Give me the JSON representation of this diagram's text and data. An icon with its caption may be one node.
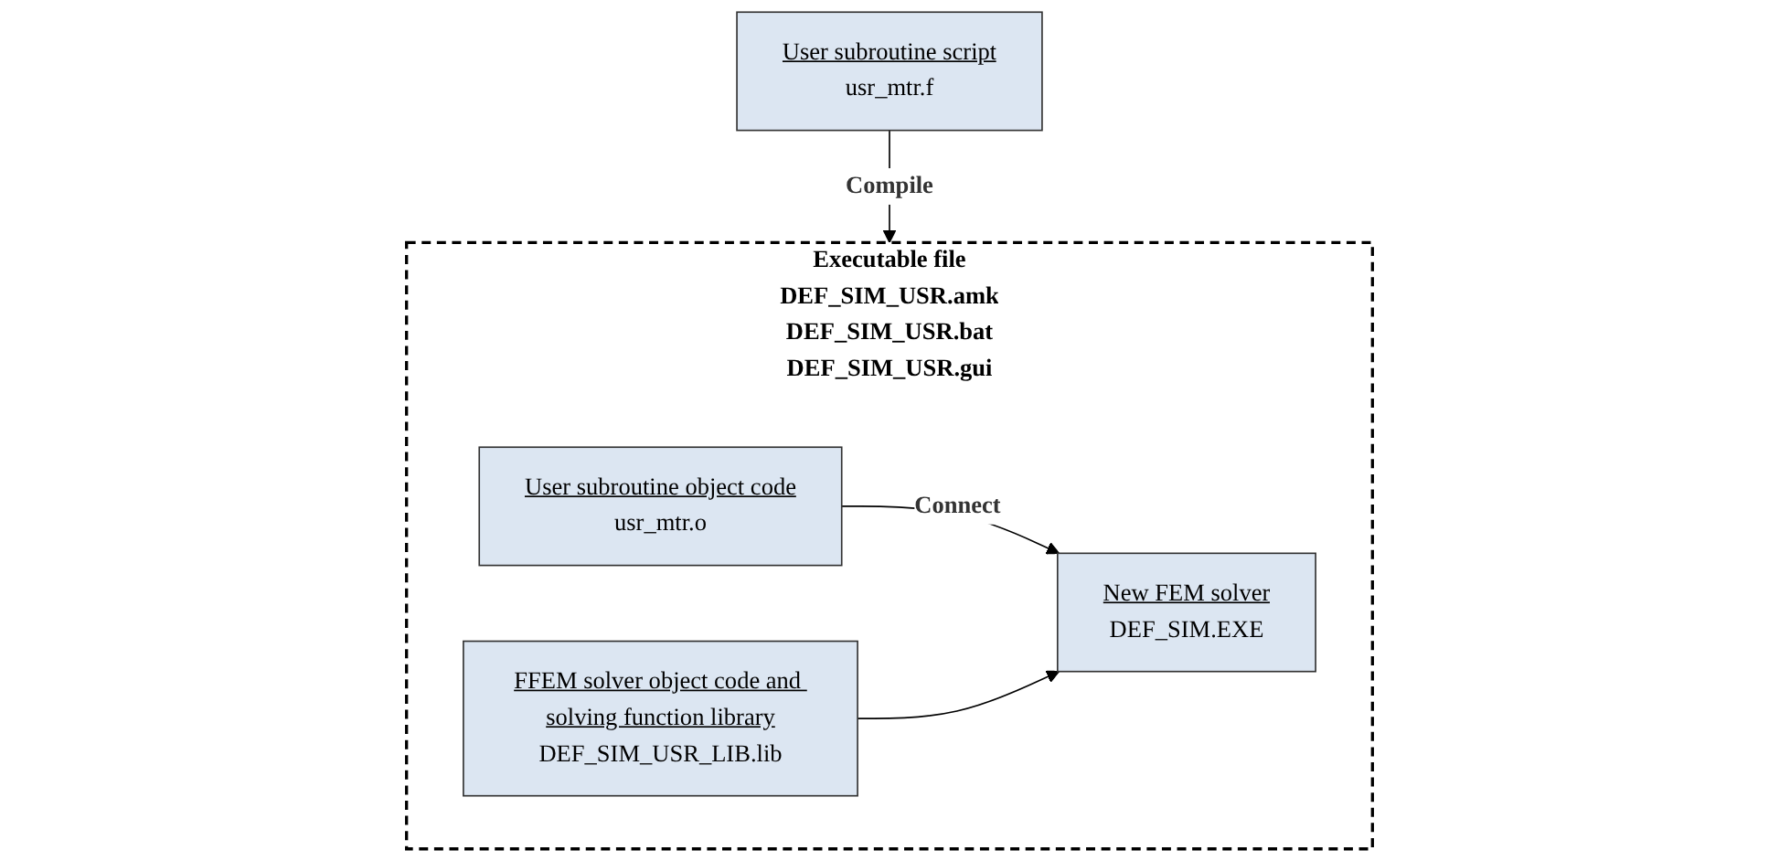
{
  "diagram": {
    "nodes": [
      {
        "text": [
          "User subroutine script",
          "usr_mtr.f"
        ]
      },
      {
        "text": [
          "Executable file",
          "DEF_SIM_USR.amk",
          "DEF_SIM_USR.bat",
          "DEF_SIM_USR.gui"
        ]
      },
      {
        "text": [
          "User subroutine object code",
          "usr_mtr.o"
        ],
        "in": 1
      },
      {
        "text": [
          "FFEM solver object code and solving function library",
          "DEF_SIM_USR_LIB.lib"
        ],
        "in": 1
      },
      {
        "text": [
          "New FEM solver",
          "DEF_SIM.EXE"
        ],
        "in": 1
      }
    ],
    "edges": [
      {
        "from": 0,
        "to": 1,
        "arrow": "to",
        "label": "Compile"
      },
      {
        "from": 2,
        "to": 4,
        "arrow": "to",
        "label": "Connect"
      },
      {
        "from": 3,
        "to": 4,
        "arrow": "to"
      }
    ]
  }
}
